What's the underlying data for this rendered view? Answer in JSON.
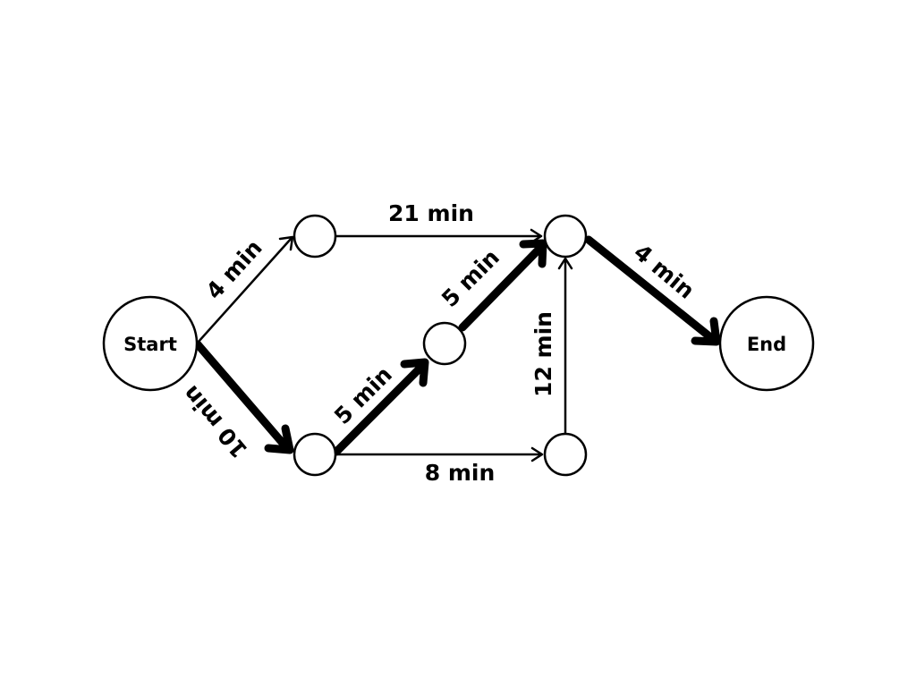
{
  "diagram": {
    "nodes": [
      {
        "id": "start",
        "label": "Start"
      },
      {
        "id": "a",
        "label": ""
      },
      {
        "id": "b",
        "label": ""
      },
      {
        "id": "c",
        "label": ""
      },
      {
        "id": "d",
        "label": ""
      },
      {
        "id": "e",
        "label": ""
      },
      {
        "id": "end",
        "label": "End"
      }
    ],
    "edges": [
      {
        "id": "start-a",
        "from": "start",
        "to": "a",
        "label": "4 min",
        "critical": false
      },
      {
        "id": "start-b",
        "from": "start",
        "to": "b",
        "label": "10 min",
        "critical": true
      },
      {
        "id": "a-d",
        "from": "a",
        "to": "d",
        "label": "21 min",
        "critical": false
      },
      {
        "id": "b-c",
        "from": "b",
        "to": "c",
        "label": "5 min",
        "critical": true
      },
      {
        "id": "c-d",
        "from": "c",
        "to": "d",
        "label": "5 min",
        "critical": true
      },
      {
        "id": "b-e",
        "from": "b",
        "to": "e",
        "label": "8 min",
        "critical": false
      },
      {
        "id": "e-d",
        "from": "e",
        "to": "d",
        "label": "12 min",
        "critical": false
      },
      {
        "id": "d-end",
        "from": "d",
        "to": "end",
        "label": "4 min",
        "critical": true
      }
    ]
  }
}
